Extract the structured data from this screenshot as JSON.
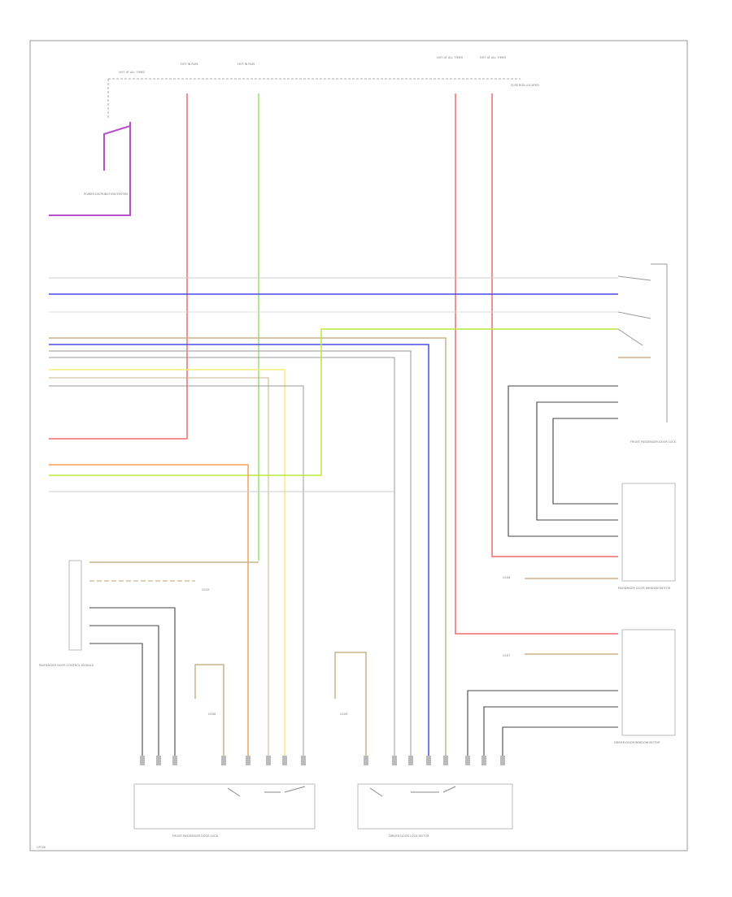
{
  "diagram_id": "CP700",
  "fuse_labels": {
    "f1": "HOT AT ALL TIMES",
    "f2": "HOT IN RUN",
    "f3": "HOT IN RUN",
    "f4": "HOT AT ALL TIMES",
    "f5": "HOT AT ALL TIMES",
    "right_note": "FUSE BOX LOCATED"
  },
  "components": {
    "power_distribution": "POWER DISTRIBUTION SYSTEM",
    "relay_right": "FRONT PASSENGER DOOR LOCK",
    "relay_lower_right_1": "PASSENGER DOOR WINDOW MOTOR",
    "relay_lower_right_2": "DRIVER DOOR WINDOW MOTOR",
    "left_module": "PASSENGER DOOR CONTROL MODULE",
    "ground_1": "G105",
    "ground_2": "G106",
    "ground_3": "G107",
    "ground_4": "G108",
    "ground_5": "G109",
    "bottom_left_module": "FRONT PASSENGER DOOR LOCK",
    "bottom_right_module": "DRIVER DOOR LOCK MOTOR"
  },
  "wire_colors": {
    "purple": "#b64fc8",
    "red": "#f26b6b",
    "green": "#9be27a",
    "blue": "#4a4ae8",
    "orange": "#f5a15c",
    "yellow": "#f2ee7a",
    "lime": "#b8e83a",
    "tan": "#c8b48a",
    "gray": "#999999",
    "black": "#444444"
  }
}
